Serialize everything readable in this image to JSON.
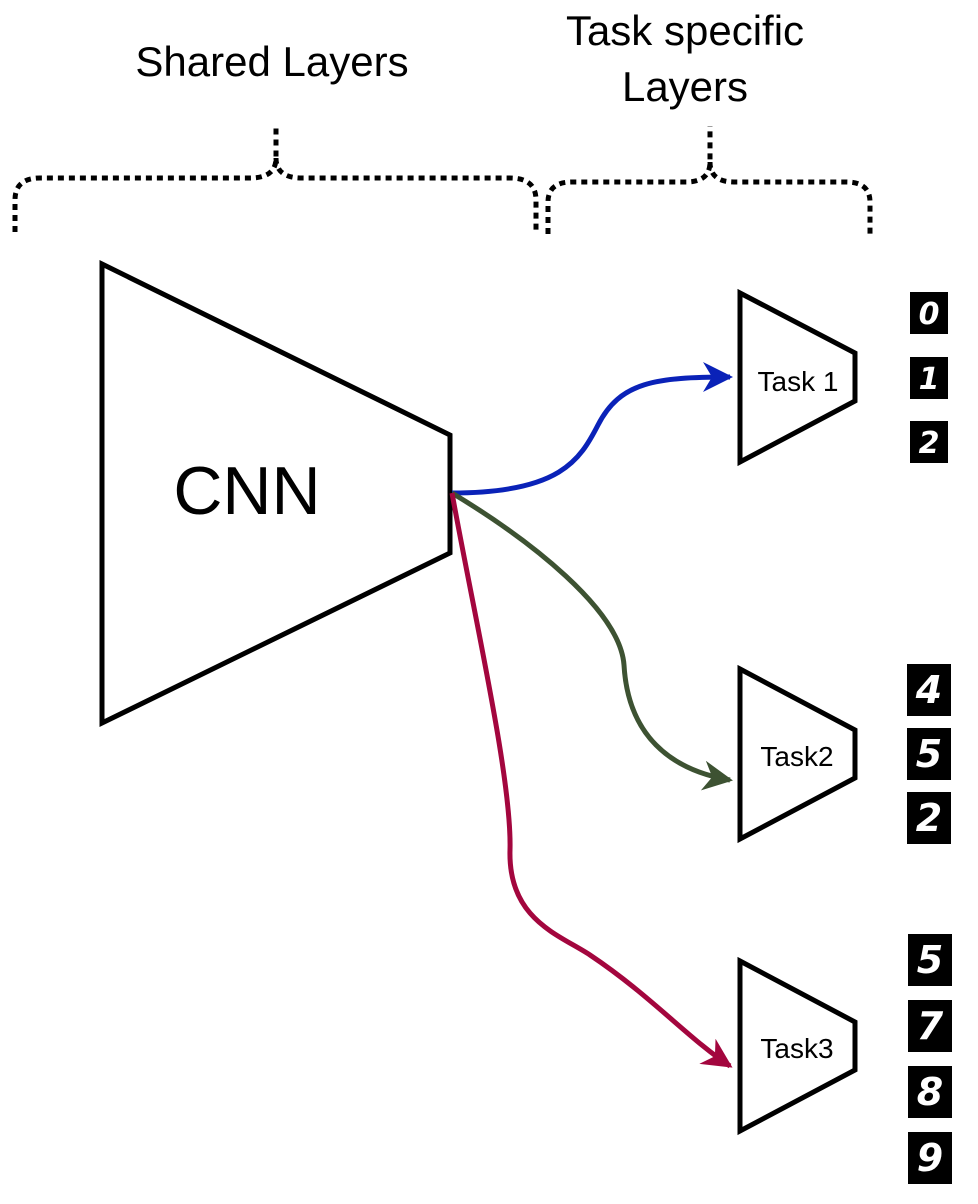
{
  "labels": {
    "shared_layers": "Shared Layers",
    "task_specific_line1": "Task specific",
    "task_specific_line2": "Layers",
    "cnn": "CNN"
  },
  "tasks": [
    {
      "label": "Task 1",
      "arrow_color": "#0a22b8",
      "digits": [
        "0",
        "1",
        "2"
      ]
    },
    {
      "label": "Task2",
      "arrow_color": "#3d5232",
      "digits": [
        "4",
        "5",
        "2"
      ]
    },
    {
      "label": "Task3",
      "arrow_color": "#a3063e",
      "digits": [
        "5",
        "7",
        "8",
        "9"
      ]
    }
  ]
}
